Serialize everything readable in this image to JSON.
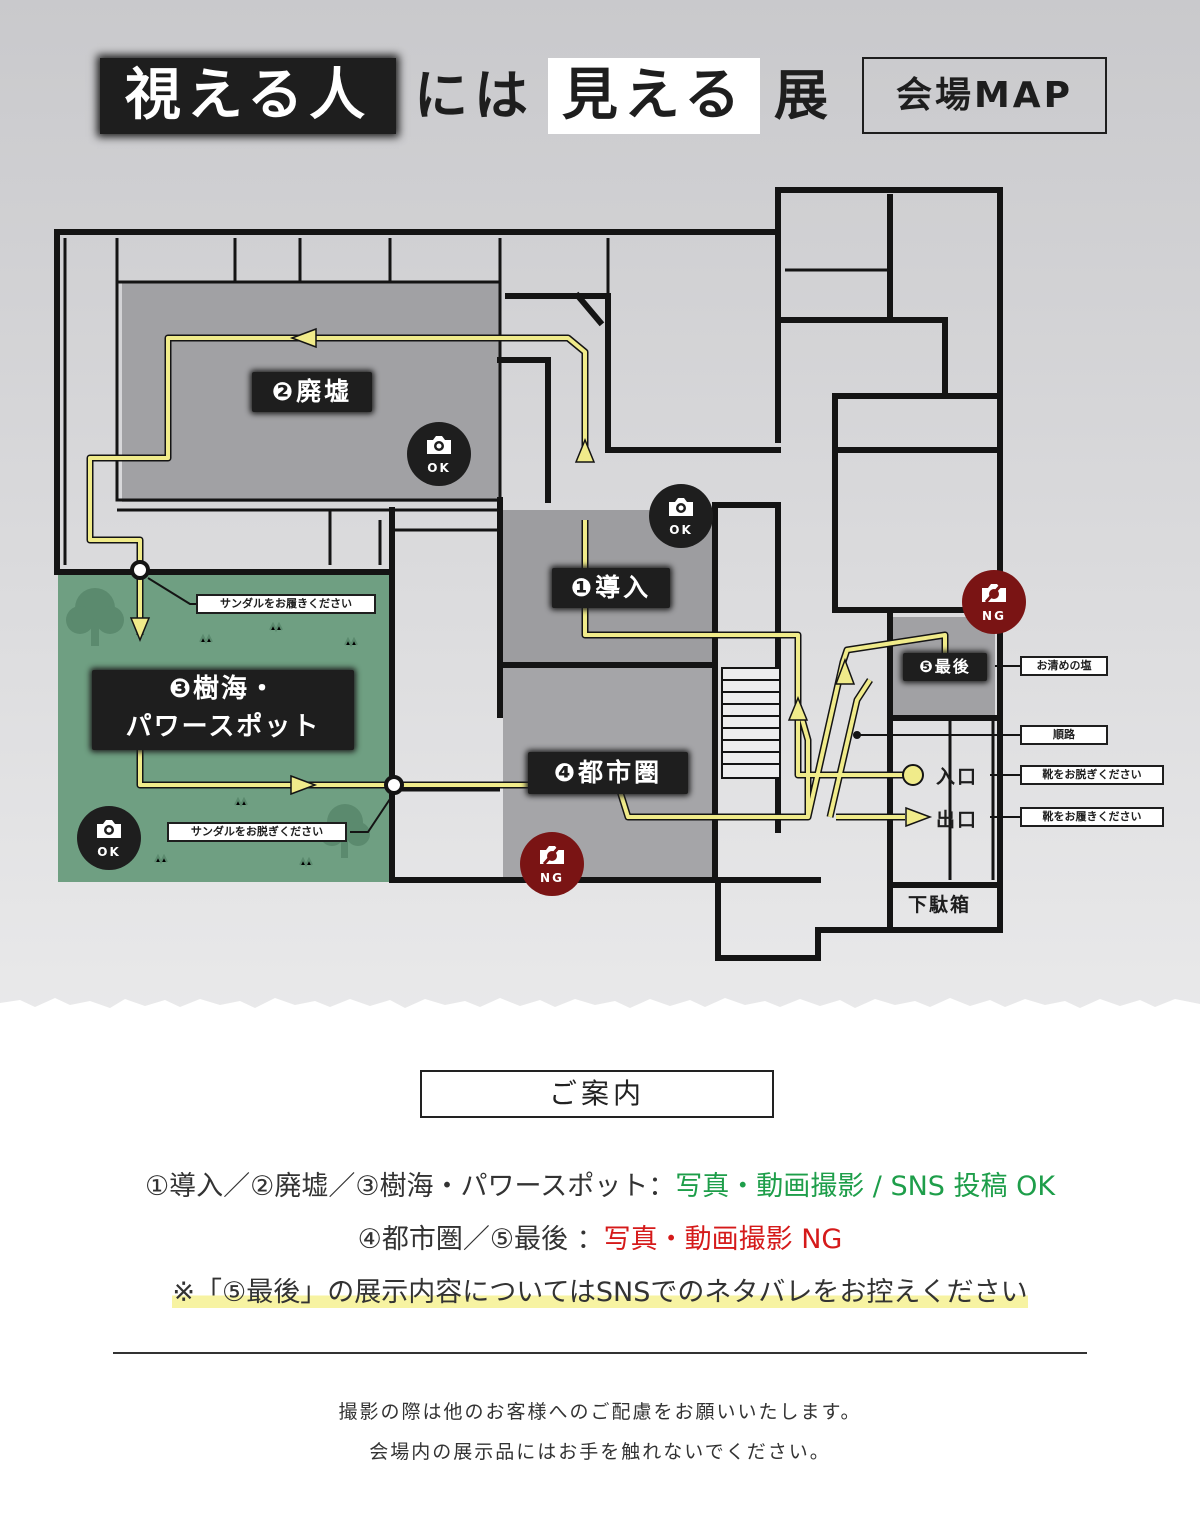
{
  "title": {
    "part1": "視える人",
    "part2": "には",
    "part3": "見える",
    "part4": "展",
    "map_label": "会場MAP"
  },
  "areas": {
    "intro": "❶導入",
    "ruins": "❷廃墟",
    "forest_line1": "❸樹海・",
    "forest_line2": "パワースポット",
    "city": "❹都市圏",
    "last": "❺最後",
    "shoe_box": "下駄箱",
    "entrance": "入口",
    "exit": "出口"
  },
  "badges": {
    "ok": "OK",
    "ng": "NG"
  },
  "callouts": {
    "sandal_wear": "サンダルをお履きください",
    "sandal_remove": "サンダルをお脱ぎください",
    "salt": "お清めの塩",
    "route": "順路",
    "shoes_off": "靴をお脱ぎください",
    "shoes_on": "靴をお履きください"
  },
  "guide": {
    "title": "ご案内",
    "line1_prefix": "①導入／②廃墟／③樹海・パワースポット：",
    "line1_highlight": "写真・動画撮影 / SNS 投稿 OK",
    "line2_prefix": "④都市圏／⑤最後 ：",
    "line2_highlight": "写真・動画撮影 NG",
    "line3": "※「⑤最後」の展示内容についてはSNSでのネタバレをお控えください",
    "note1": "撮影の際は他のお客様へのご配慮をお願いいたします。",
    "note2": "会場内の展示品にはお手を触れないでください。"
  },
  "colors": {
    "route": "#f0eb8a",
    "forest": "#6f9f82",
    "wall": "#141414",
    "ng": "#7a1414",
    "ok_text": "#1e9e4a",
    "ng_text": "#d51a1a"
  }
}
